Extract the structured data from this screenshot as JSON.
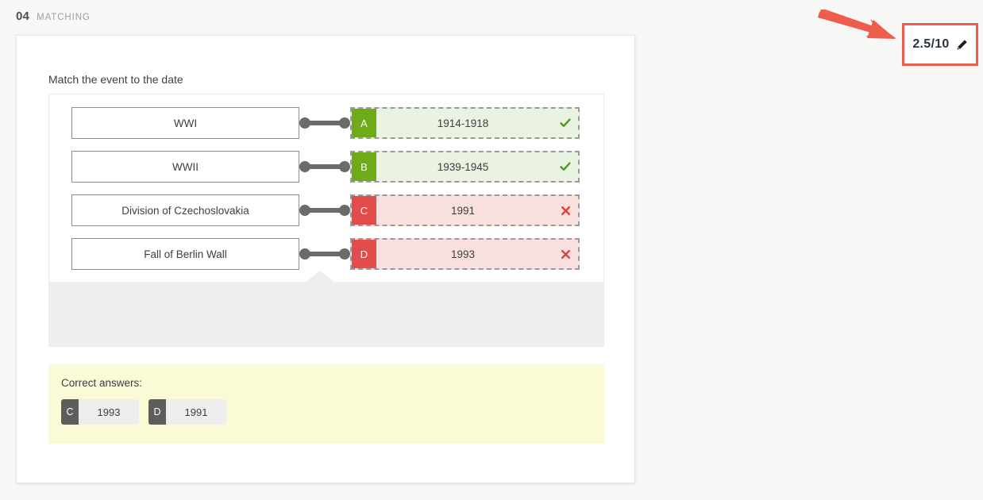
{
  "header": {
    "question_number": "04",
    "question_type": "MATCHING"
  },
  "score": {
    "value": "2.5/10",
    "edit_icon": "pencil-icon",
    "highlight_color": "#ec5d4c",
    "annotation_arrow_color": "#ec5d4c"
  },
  "question": {
    "prompt": "Match the event to the date",
    "rows": [
      {
        "event": "WWI",
        "letter": "A",
        "answer": "1914-1918",
        "status": "correct",
        "verdict_icon": "check-icon"
      },
      {
        "event": "WWII",
        "letter": "B",
        "answer": "1939-1945",
        "status": "correct",
        "verdict_icon": "check-icon"
      },
      {
        "event": "Division of Czechoslovakia",
        "letter": "C",
        "answer": "1991",
        "status": "incorrect",
        "verdict_icon": "cross-icon"
      },
      {
        "event": "Fall of Berlin Wall",
        "letter": "D",
        "answer": "1993",
        "status": "incorrect",
        "verdict_icon": "cross-icon"
      }
    ]
  },
  "correct_answers": {
    "title": "Correct answers:",
    "items": [
      {
        "letter": "C",
        "value": "1993"
      },
      {
        "letter": "D",
        "value": "1991"
      }
    ]
  },
  "colors": {
    "correct_badge": "#6faa18",
    "correct_bg": "#eaf3e1",
    "incorrect_badge": "#e24c4b",
    "incorrect_bg": "#fadfdf",
    "highlight": "#ec5d4c",
    "correct_answers_bg": "#fafad7"
  }
}
